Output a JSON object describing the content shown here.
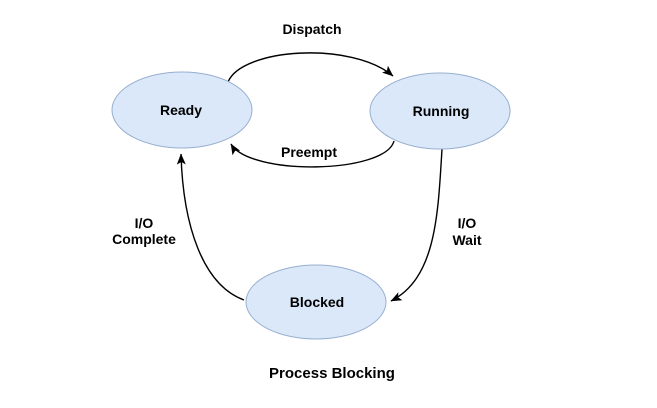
{
  "diagram": {
    "type": "state-diagram",
    "title": "Process Blocking",
    "states": [
      {
        "id": "ready",
        "label": "Ready"
      },
      {
        "id": "running",
        "label": "Running"
      },
      {
        "id": "blocked",
        "label": "Blocked"
      }
    ],
    "transitions": [
      {
        "from": "Ready",
        "to": "Running",
        "label": "Dispatch",
        "lines": [
          "Dispatch"
        ]
      },
      {
        "from": "Running",
        "to": "Ready",
        "label": "Preempt",
        "lines": [
          "Preempt"
        ]
      },
      {
        "from": "Running",
        "to": "Blocked",
        "label": "I/O Wait",
        "lines": [
          "I/O",
          "Wait"
        ]
      },
      {
        "from": "Blocked",
        "to": "Ready",
        "label": "I/O Complete",
        "lines": [
          "I/O",
          "Complete"
        ]
      }
    ],
    "colors": {
      "node_fill": "#dbe8f9",
      "node_stroke": "#97afd0",
      "arrow": "#000000",
      "text": "#000000",
      "background": "#ffffff"
    }
  }
}
